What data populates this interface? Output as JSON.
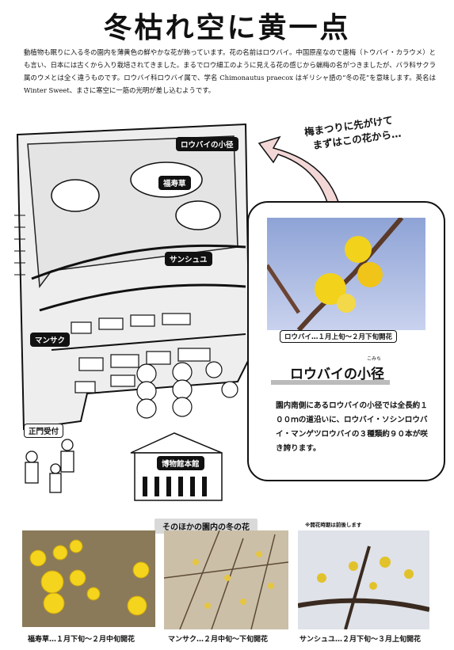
{
  "title": "冬枯れ空に黄一点",
  "intro": "動植物も眠りに入る冬の園内を薄黄色の鮮やかな花が飾っています。花の名前はロウバイ。中国原産なので唐梅（トウバイ・カラウメ）とも言い、日本には古くから入り栽培されてきました。まるでロウ細工のように見える花の感じから蝋梅の名がつきましたが、バラ科サクラ属のウメとは全く違うものです。ロウバイ科ロウバイ属で、学名 Chimonautus praecox はギリシャ語の“冬の花”を意味します。英名は Winter Sweet、まさに寒空に一筋の光明が差し込むようです。",
  "map_labels": {
    "roubai_path": "ロウバイの小径",
    "fukujusou": "福寿草",
    "sanshuyu": "サンシュユ",
    "mansaku": "マンサク",
    "gate": "正門受付",
    "museum": "博物館本館"
  },
  "callout": {
    "hand_note_line1": "梅まつりに先がけて",
    "hand_note_line2": "まずはこの花から…",
    "photo_caption": "ロウバイ…１月上旬〜２月下旬開花",
    "path_heading": "ロウバイの小径",
    "path_ruby": "こみち",
    "path_text": "園内南側にあるロウバイの小径では全長約１００ｍの道沿いに、ロウバイ・ソシンロウバイ・マンゲツロウバイの３種類約９０本が咲き誇ります。"
  },
  "other_flowers": {
    "heading": "そのほかの園内の冬の花",
    "note": "※開花時期は前後します",
    "items": [
      {
        "caption": "福寿草…１月下旬〜２月中旬開花"
      },
      {
        "caption": "マンサク…２月中旬〜下旬開花"
      },
      {
        "caption": "サンシュユ…２月下旬〜３月上旬開花"
      }
    ]
  },
  "colors": {
    "flower_yellow": "#f2d21a",
    "sky_blue": "#9fb2dc",
    "label_black": "#111111"
  }
}
